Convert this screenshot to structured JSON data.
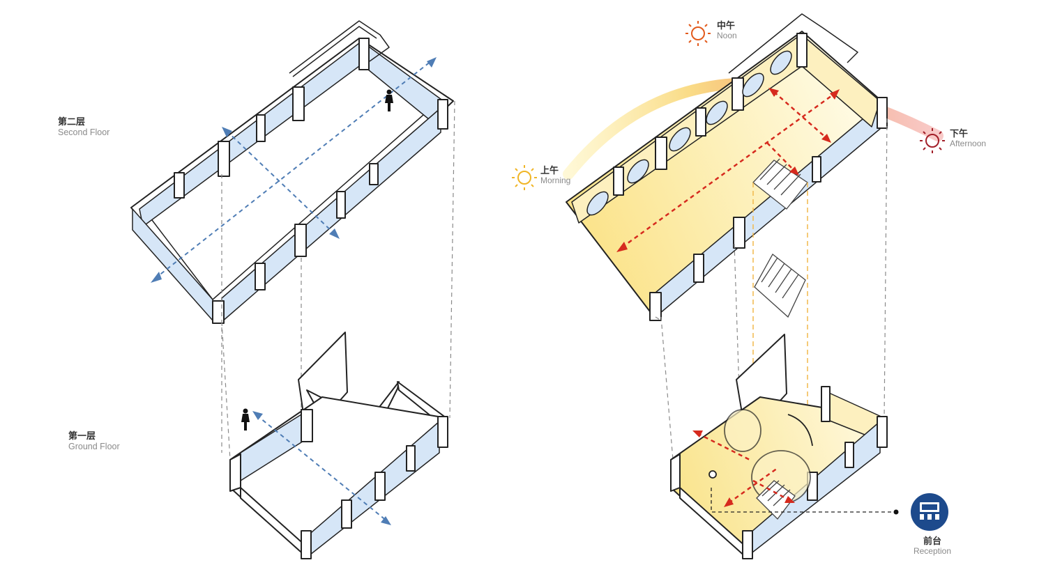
{
  "labels": {
    "second_floor": {
      "zh": "第二层",
      "en": "Second Floor"
    },
    "ground_floor": {
      "zh": "第一层",
      "en": "Ground Floor"
    },
    "noon": {
      "zh": "中午",
      "en": "Noon"
    },
    "morning": {
      "zh": "上午",
      "en": "Morning"
    },
    "afternoon": {
      "zh": "下午",
      "en": "Afternoon"
    },
    "reception": {
      "zh": "前台",
      "en": "Reception"
    }
  },
  "icons": {
    "sun": "sun-icon",
    "person": "person-icon",
    "reception": "reception-desk-icon",
    "staircase": "staircase-icon"
  },
  "colors": {
    "outline": "#222222",
    "glass": "#d6e6f7",
    "axis_arrow": "#4f7db5",
    "daylight_arrow": "#d62a1e",
    "projection_line": "#8a8a8a",
    "stair_projection": "#f2b84b",
    "sun_noon": "#e25a1c",
    "sun_morning": "#f0b526",
    "sun_afternoon": "#a21e28",
    "reception_badge": "#1d4a8c",
    "floor_light": "#fbeeaa"
  }
}
